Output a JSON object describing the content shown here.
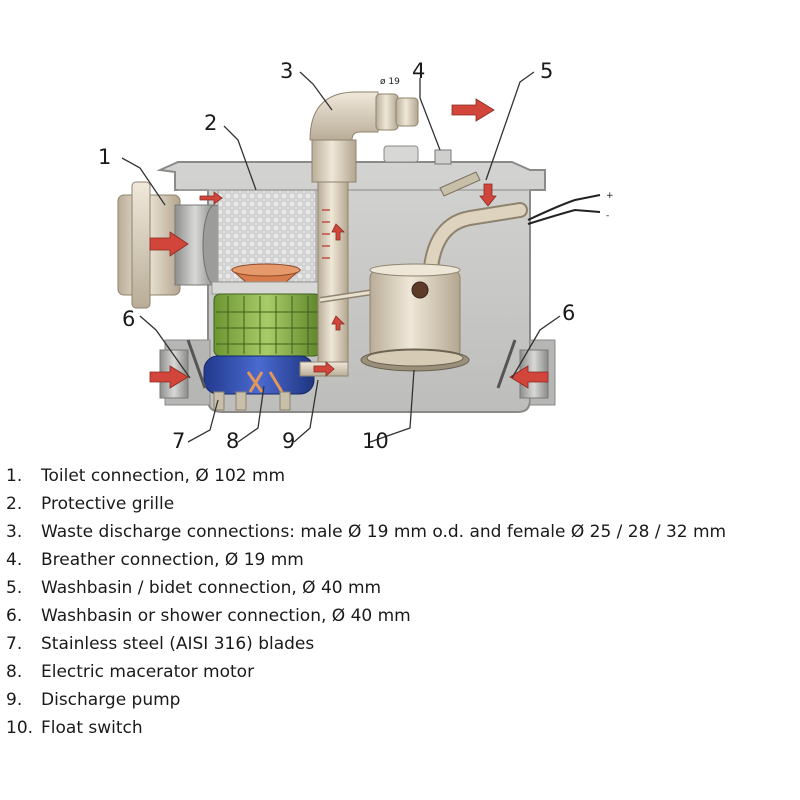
{
  "callouts": [
    "1",
    "2",
    "3",
    "4",
    "5",
    "6",
    "6",
    "7",
    "8",
    "9",
    "10"
  ],
  "small_marks": {
    "pipe_size": "ø 19",
    "plus": "+",
    "minus": "-"
  },
  "legend": [
    {
      "num": "1.",
      "text": "Toilet connection, Ø 102 mm"
    },
    {
      "num": "2.",
      "text": "Protective grille"
    },
    {
      "num": "3.",
      "text": "Waste discharge connections: male Ø 19 mm o.d. and female Ø 25 / 28 / 32 mm"
    },
    {
      "num": "4.",
      "text": "Breather connection, Ø 19 mm"
    },
    {
      "num": "5.",
      "text": "Washbasin / bidet connection, Ø 40 mm"
    },
    {
      "num": "6.",
      "text": "Washbasin or shower connection, Ø 40 mm"
    },
    {
      "num": "7.",
      "text": "Stainless steel (AISI 316) blades"
    },
    {
      "num": "8.",
      "text": "Electric macerator motor"
    },
    {
      "num": "9.",
      "text": "Discharge pump"
    },
    {
      "num": "10.",
      "text": "Float switch"
    }
  ],
  "colors": {
    "housing": "#c8c8c6",
    "housing_edge": "#8a8a88",
    "arrow": "#d2453a",
    "motor": "#3450b0",
    "impeller": "#7fa83e",
    "beige": "#e6dccb"
  }
}
